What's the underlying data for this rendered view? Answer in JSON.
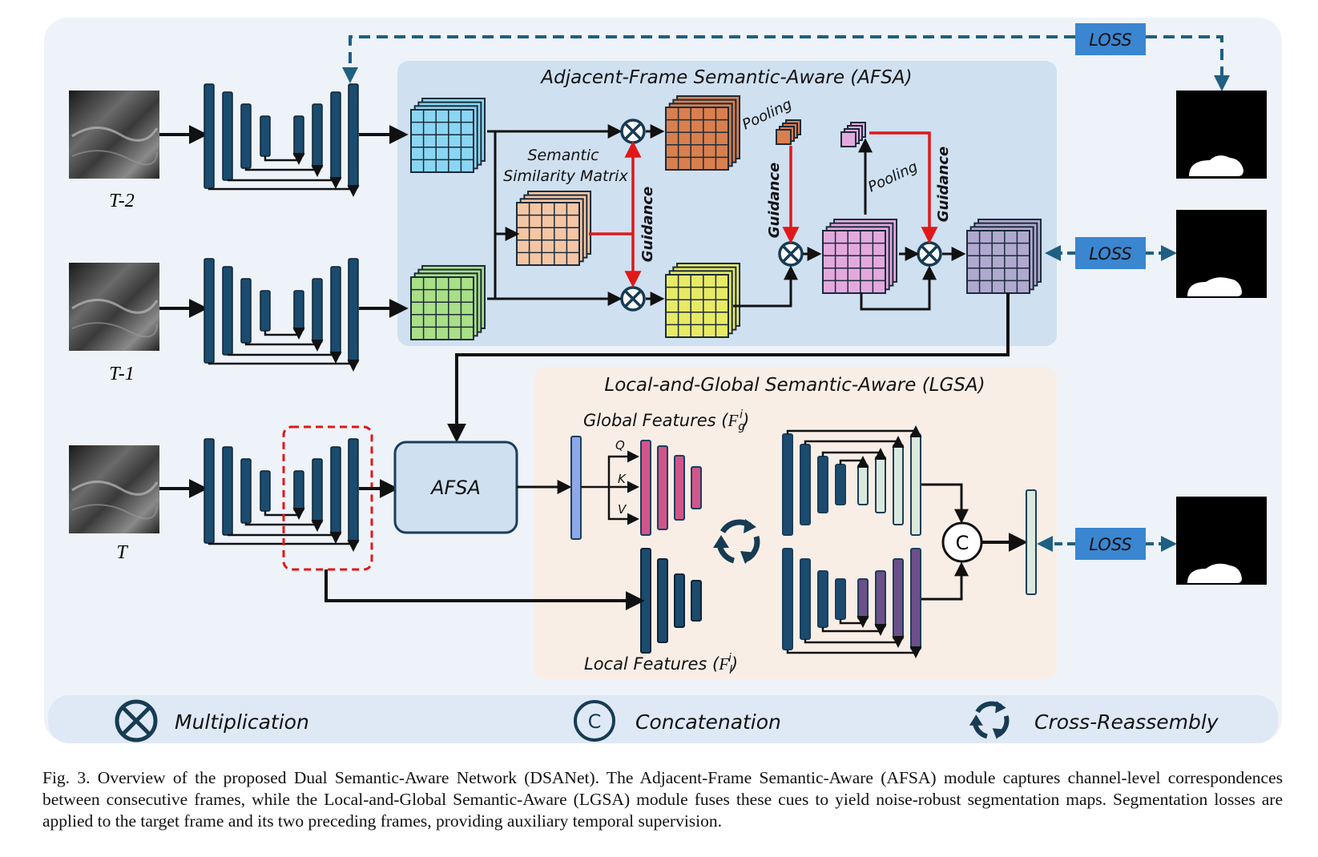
{
  "afsa_title": "Adjacent-Frame Semantic-Aware (AFSA)",
  "lgsa_title": "Local-and-Global Semantic-Aware (LGSA)",
  "frames": [
    {
      "label": "T-2"
    },
    {
      "label": "T-1"
    },
    {
      "label": "T"
    }
  ],
  "loss_label": "LOSS",
  "ssm_line1": "Semantic",
  "ssm_line2": "Similarity Matrix",
  "guidance_label": "Guidance",
  "pooling_label": "Pooling",
  "afsa_block_label": "AFSA",
  "global_features_text": "Global Features (",
  "global_features_sym": "F",
  "global_features_sup": "i",
  "global_features_sub": "g",
  "local_features_text": "Local Features (",
  "local_features_sym": "F",
  "local_features_sup": "i",
  "local_features_sub": "l",
  "close_paren": ")",
  "qkv": [
    "Q",
    "K",
    "V"
  ],
  "concat_symbol": "C",
  "legend": {
    "multiplication": "Multiplication",
    "concatenation": "Concatenation",
    "cross_reassembly": "Cross-Reassembly"
  },
  "caption": "Fig. 3.  Overview of the proposed Dual Semantic-Aware Network (DSANet). The Adjacent-Frame Semantic-Aware (AFSA) module captures channel-level correspondences between consecutive frames, while the Local-and-Global Semantic-Aware (LGSA) module fuses these cues to yield noise-robust segmentation maps. Segmentation losses are applied to the target frame and its two preceding frames, providing auxiliary temporal supervision.",
  "colors": {
    "encoder_bar": "#1b4b6e",
    "afsa_bg": "#cfe0f1",
    "lgsa_bg": "#f8eee6",
    "outer_bg": "#eef3fa",
    "guidance_red": "#e01818",
    "loss_blue": "#3a86d1",
    "loss_arrow": "#1f5f82",
    "cube_blue": "#8ad6f2",
    "cube_green": "#a9df86",
    "cube_orange": "#d97f4d",
    "cube_peach": "#f5c6a5",
    "cube_yellow": "#e8ea66",
    "cube_pink": "#e3a9de",
    "cube_lavender": "#b0a9cf",
    "pink_bar": "#d1558b",
    "sage_bar": "#dbe8dc",
    "purple_bar": "#6d4f8a"
  }
}
